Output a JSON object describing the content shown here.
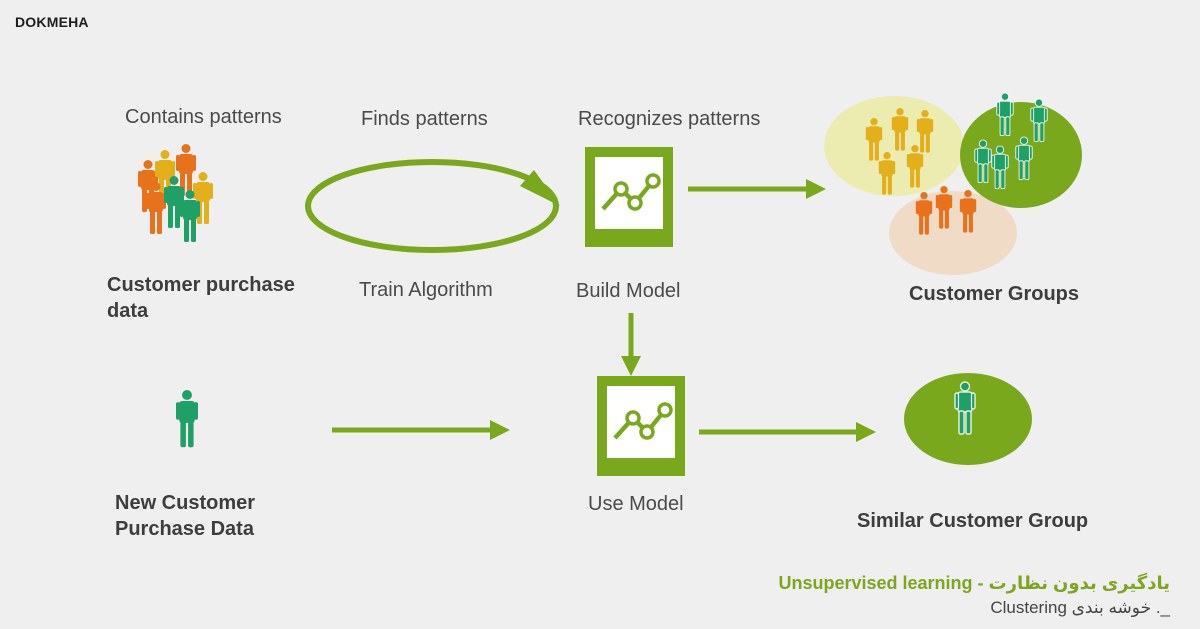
{
  "brand": "DOKMEHA",
  "top_labels": {
    "contains": "Contains patterns",
    "finds": "Finds patterns",
    "recognizes": "Recognizes patterns"
  },
  "row1": {
    "data_label_line1": "Customer purchase",
    "data_label_line2": "data",
    "train_label": "Train Algorithm",
    "build_label": "Build Model",
    "groups_label": "Customer Groups"
  },
  "row2": {
    "new_data_line1": "New Customer",
    "new_data_line2": "Purchase Data",
    "use_label": "Use Model",
    "similar_label": "Similar Customer Group"
  },
  "footer": {
    "title": "یادگیری بدون نظارت - Unsupervised learning",
    "subtitle": "_. خوشه بندی Clustering"
  },
  "colors": {
    "accent_green": "#7aa81c",
    "person_orange": "#e8721c",
    "person_yellow": "#e3b01c",
    "person_green": "#1ea066",
    "cluster_yellow": "#ecebb0",
    "cluster_green": "#7aa81c",
    "cluster_peach": "#f0dcc6"
  }
}
